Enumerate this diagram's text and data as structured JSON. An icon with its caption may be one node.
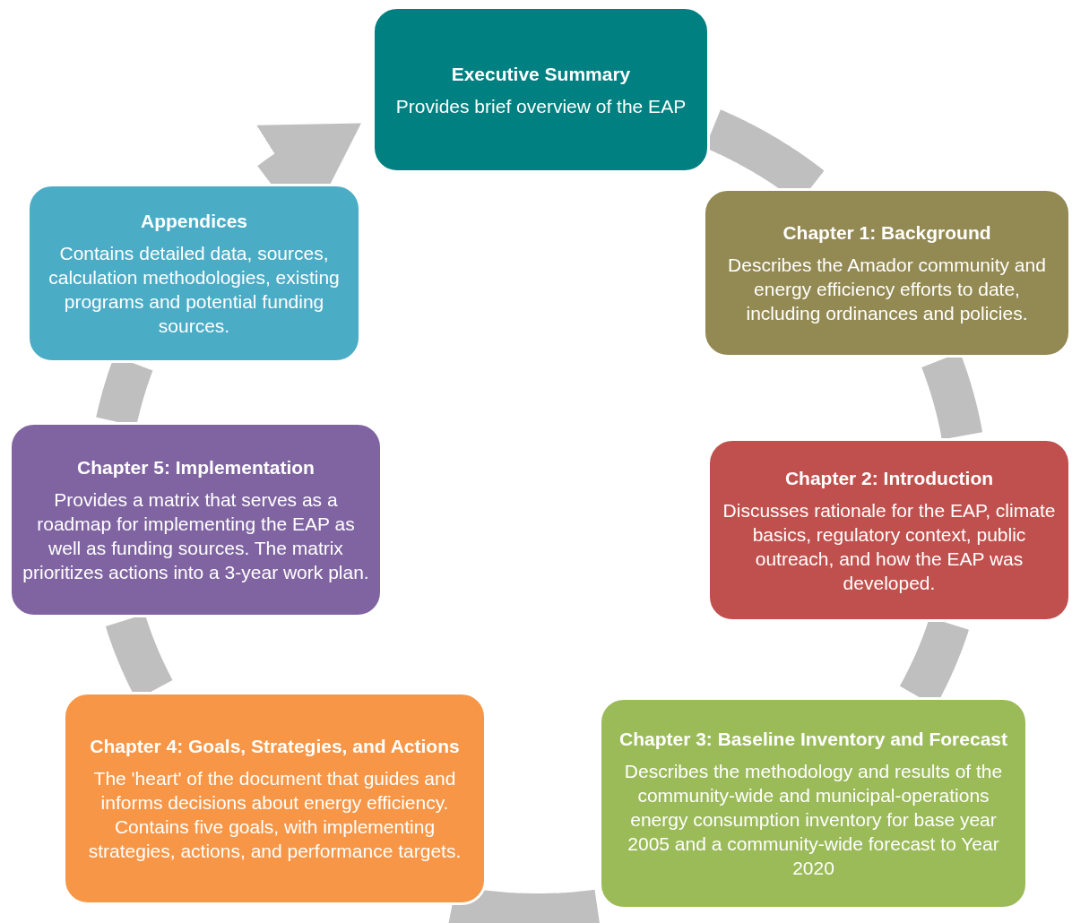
{
  "diagram": {
    "nodes": [
      {
        "text": [
          "Executive Summary",
          "Provides brief overview of the EAP"
        ]
      },
      {
        "text": [
          "Chapter 1: Background",
          "Describes the Amador community and energy efficiency efforts to date, including ordinances and policies."
        ]
      },
      {
        "text": [
          "Chapter 2: Introduction",
          "Discusses rationale for the EAP, climate basics, regulatory context, public outreach, and how the EAP was developed."
        ]
      },
      {
        "text": [
          "Chapter 3: Baseline Inventory and Forecast",
          "Describes the methodology and results of the community-wide and municipal-operations energy consumption inventory for base year 2005 and a community-wide forecast to Year 2020"
        ]
      },
      {
        "text": [
          "Chapter 4: Goals, Strategies, and Actions",
          "The 'heart' of the document that guides and informs decisions about energy efficiency. Contains five goals, with implementing strategies, actions, and performance targets."
        ]
      },
      {
        "text": [
          "Chapter 5: Implementation",
          "Provides a matrix that serves as a roadmap for implementing the EAP as well as funding sources. The matrix prioritizes actions into a 3-year work plan."
        ]
      },
      {
        "text": [
          "Appendices",
          "Contains detailed data, sources, calculation methodologies, existing programs and potential funding sources."
        ]
      }
    ],
    "edges": [
      {
        "from": 0,
        "to": 1,
        "arrow": "none"
      },
      {
        "from": 1,
        "to": 2,
        "arrow": "none"
      },
      {
        "from": 2,
        "to": 3,
        "arrow": "none"
      },
      {
        "from": 3,
        "to": 4,
        "arrow": "none"
      },
      {
        "from": 4,
        "to": 5,
        "arrow": "none"
      },
      {
        "from": 5,
        "to": 6,
        "arrow": "none"
      },
      {
        "from": 6,
        "to": 0,
        "arrow": "to"
      }
    ]
  }
}
